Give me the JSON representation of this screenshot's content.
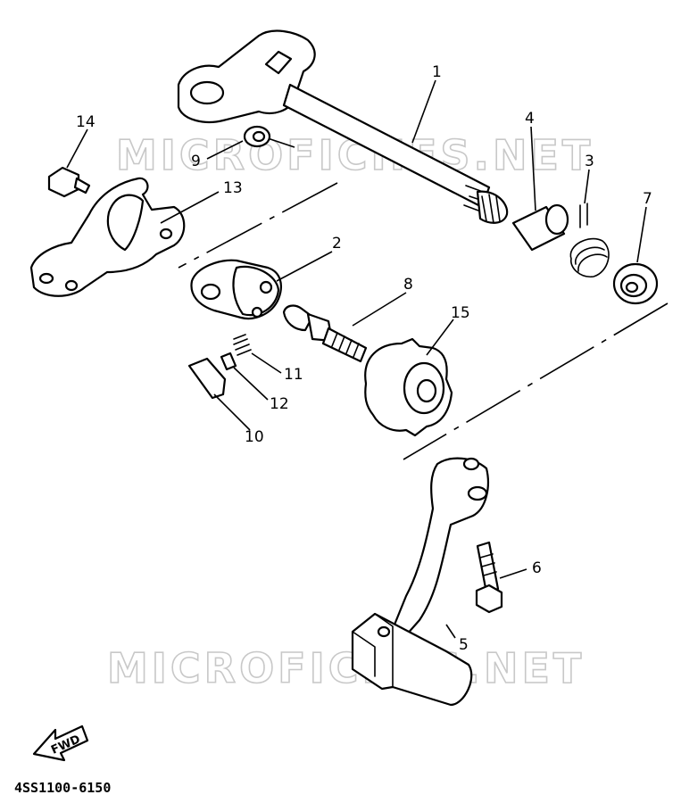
{
  "watermark": "MICROFICHES.NET",
  "diagram_code": "4SS1100-6150",
  "fwd_label": "FWD",
  "callouts": {
    "p1": "1",
    "p2": "2",
    "p3": "3",
    "p4": "4",
    "p5": "5",
    "p6": "6",
    "p7": "7",
    "p8": "8",
    "p9": "9",
    "p10": "10",
    "p11": "11",
    "p12": "12",
    "p13": "13",
    "p14": "14",
    "p15": "15"
  }
}
